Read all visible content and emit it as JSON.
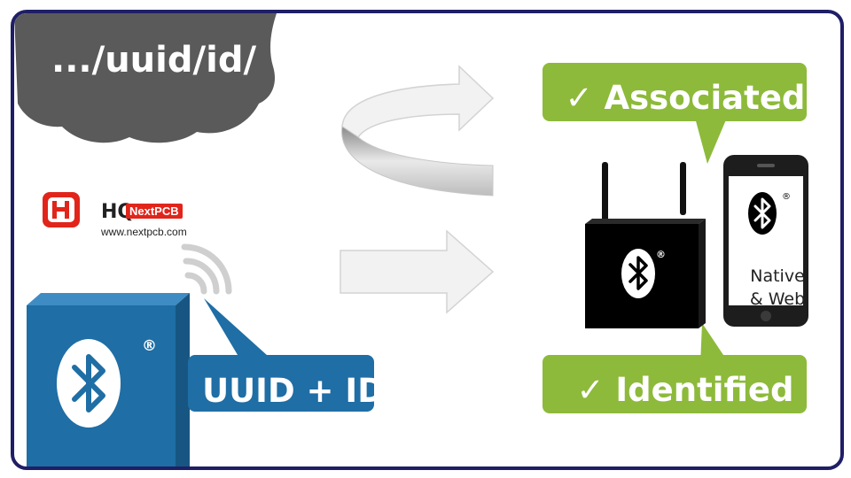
{
  "path_label": ".../uuid/id/",
  "beacon_label": "UUID + ID",
  "status_associated": "✓ Associated",
  "status_identified": "✓ Identified",
  "phone_label_line1": "Native",
  "phone_label_line2": "& Web",
  "logo": {
    "hq": "HQ",
    "brand": "NextPCB",
    "url": "www.nextpcb.com"
  },
  "registered_mark": "®",
  "icons": [
    "cloud-icon",
    "bluetooth-icon",
    "wifi-signal-icon",
    "curved-arrow-icon",
    "right-arrow-icon",
    "gateway-device-icon",
    "smartphone-icon"
  ],
  "colors": {
    "frame": "#1f1e66",
    "cloud": "#5a5a5a",
    "beacon_blue": "#1f6ea5",
    "green_callout": "#8dba3a",
    "arrow_fill": "#f2f2f2",
    "logo_red": "#e1251b"
  }
}
